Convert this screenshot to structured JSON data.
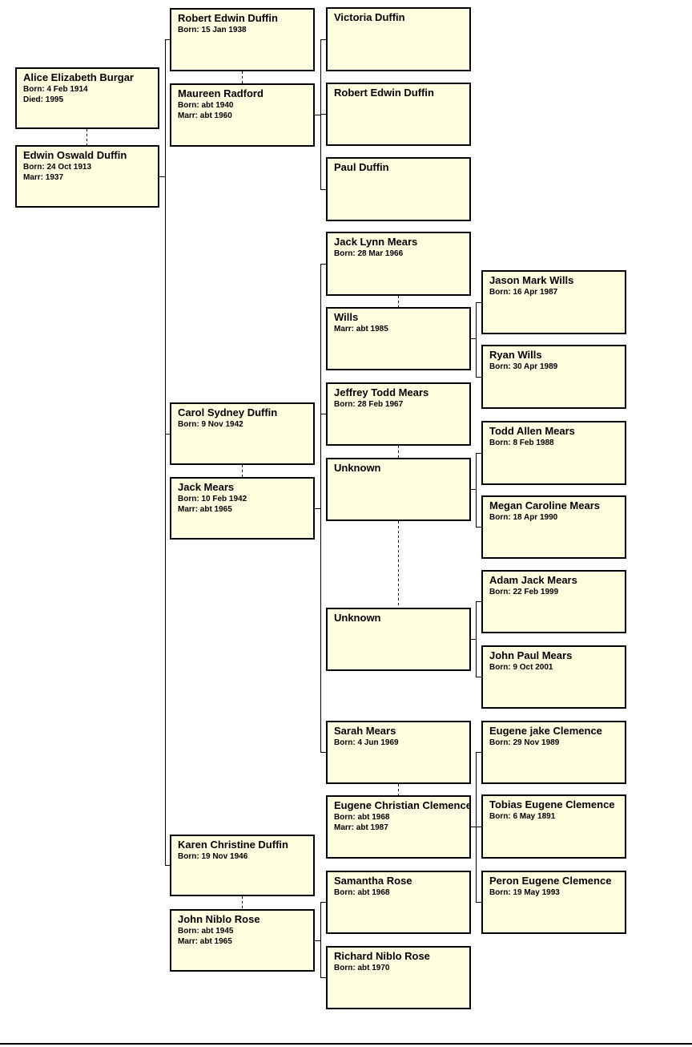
{
  "colors": {
    "box_fill": "#FFFFE0",
    "box_border": "#000000",
    "line": "#000000",
    "background": "#FFFFFF"
  },
  "people": [
    {
      "name": "Alice Elizabeth Burgar",
      "details": [
        "Born: 4 Feb 1914",
        "Died: 1995"
      ]
    },
    {
      "name": "Edwin Oswald Duffin",
      "details": [
        "Born: 24 Oct 1913",
        "Marr: 1937"
      ]
    },
    {
      "name": "Robert Edwin Duffin",
      "details": [
        "Born: 15 Jan 1938"
      ]
    },
    {
      "name": "Maureen Radford",
      "details": [
        "Born: abt 1940",
        "Marr: abt 1960"
      ]
    },
    {
      "name": "Carol Sydney Duffin",
      "details": [
        "Born: 9 Nov 1942"
      ]
    },
    {
      "name": "Jack Mears",
      "details": [
        "Born: 10 Feb 1942",
        "Marr: abt 1965"
      ]
    },
    {
      "name": "Karen Christine Duffin",
      "details": [
        "Born: 19 Nov 1946"
      ]
    },
    {
      "name": "John Niblo Rose",
      "details": [
        "Born: abt 1945",
        "Marr: abt 1965"
      ]
    },
    {
      "name": "Victoria Duffin",
      "details": []
    },
    {
      "name": "Robert Edwin Duffin",
      "details": []
    },
    {
      "name": "Paul Duffin",
      "details": []
    },
    {
      "name": "Jack Lynn Mears",
      "details": [
        "Born: 28 Mar 1966"
      ]
    },
    {
      "name": "Wills",
      "details": [
        "Marr: abt 1985"
      ]
    },
    {
      "name": "Jeffrey Todd Mears",
      "details": [
        "Born: 28 Feb 1967"
      ]
    },
    {
      "name": "Unknown",
      "details": []
    },
    {
      "name": "Unknown",
      "details": []
    },
    {
      "name": "Sarah Mears",
      "details": [
        "Born: 4 Jun 1969"
      ]
    },
    {
      "name": "Eugene Christian Clemence",
      "details": [
        "Born: abt 1968",
        "Marr: abt 1987"
      ]
    },
    {
      "name": "Samantha Rose",
      "details": [
        "Born: abt 1968"
      ]
    },
    {
      "name": "Richard Niblo Rose",
      "details": [
        "Born: abt 1970"
      ]
    },
    {
      "name": "Jason Mark Wills",
      "details": [
        "Born: 16 Apr 1987"
      ]
    },
    {
      "name": "Ryan Wills",
      "details": [
        "Born: 30 Apr 1989"
      ]
    },
    {
      "name": "Todd Allen Mears",
      "details": [
        "Born: 8 Feb 1988"
      ]
    },
    {
      "name": "Megan Caroline Mears",
      "details": [
        "Born: 18 Apr 1990"
      ]
    },
    {
      "name": "Adam Jack Mears",
      "details": [
        "Born: 22 Feb 1999"
      ]
    },
    {
      "name": "John Paul Mears",
      "details": [
        "Born: 9 Oct 2001"
      ]
    },
    {
      "name": "Eugene jake Clemence",
      "details": [
        "Born: 29 Nov 1989"
      ]
    },
    {
      "name": "Tobias Eugene Clemence",
      "details": [
        "Born: 6 May 1891"
      ]
    },
    {
      "name": "Peron Eugene Clemence",
      "details": [
        "Born: 19 May 1993"
      ]
    }
  ],
  "families": [
    {
      "spouses": [
        "Alice Elizabeth Burgar",
        "Edwin Oswald Duffin"
      ],
      "children": [
        "Robert Edwin Duffin",
        "Carol Sydney Duffin",
        "Karen Christine Duffin"
      ]
    },
    {
      "spouses": [
        "Robert Edwin Duffin",
        "Maureen Radford"
      ],
      "children": [
        "Victoria Duffin",
        "Robert Edwin Duffin",
        "Paul Duffin"
      ]
    },
    {
      "spouses": [
        "Carol Sydney Duffin",
        "Jack Mears"
      ],
      "children": [
        "Jack Lynn Mears",
        "Jeffrey Todd Mears",
        "Sarah Mears"
      ]
    },
    {
      "spouses": [
        "Jack Lynn Mears",
        "Wills"
      ],
      "children": [
        "Jason Mark Wills",
        "Ryan Wills"
      ]
    },
    {
      "spouses": [
        "Jeffrey Todd Mears",
        "Unknown"
      ],
      "children": [
        "Todd Allen Mears",
        "Megan Caroline Mears"
      ]
    },
    {
      "spouses": [
        "Jeffrey Todd Mears",
        "Unknown"
      ],
      "children": [
        "Adam Jack Mears",
        "John Paul Mears"
      ]
    },
    {
      "spouses": [
        "Sarah Mears",
        "Eugene Christian Clemence"
      ],
      "children": [
        "Eugene jake Clemence",
        "Tobias Eugene Clemence",
        "Peron Eugene Clemence"
      ]
    },
    {
      "spouses": [
        "Karen Christine Duffin",
        "John Niblo Rose"
      ],
      "children": [
        "Samantha Rose",
        "Richard Niblo Rose"
      ]
    }
  ]
}
